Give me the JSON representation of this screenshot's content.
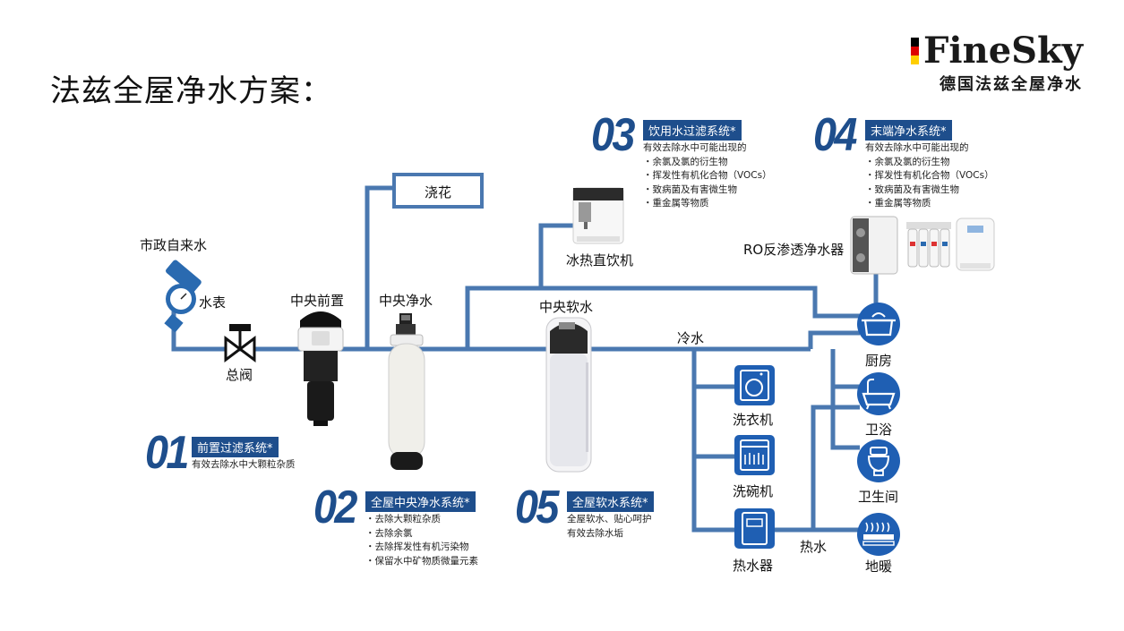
{
  "title": "法兹全屋净水方案：",
  "brand": {
    "name": "FineSky",
    "subtitle": "德国法兹全屋净水",
    "flag_colors": [
      "#000000",
      "#dd0000",
      "#ffce00"
    ]
  },
  "colors": {
    "pipe": "#4a78b0",
    "accent": "#1e4e8c",
    "icon_circle": "#1f5fb3"
  },
  "labels": {
    "municipal_water": "市政自来水",
    "water_meter": "水表",
    "main_valve": "总阀",
    "central_prefilter": "中央前置",
    "central_purifier": "中央净水",
    "central_softener": "中央软水",
    "watering": "浇花",
    "drinking_machine": "冰热直饮机",
    "ro_purifier": "RO反渗透净水器",
    "cold_water": "冷水",
    "hot_water": "热水",
    "washing_machine": "洗衣机",
    "dishwasher": "洗碗机",
    "water_heater": "热水器",
    "kitchen": "厨房",
    "bathroom": "卫浴",
    "toilet": "卫生间",
    "floor_heating": "地暖"
  },
  "systems": [
    {
      "num": "01",
      "title": "前置过滤系统*",
      "lines": [
        "有效去除水中大颗粒杂质"
      ]
    },
    {
      "num": "02",
      "title": "全屋中央净水系统*",
      "lines": [
        "・去除大颗粒杂质",
        "・去除余氯",
        "・去除挥发性有机污染物",
        "・保留水中矿物质微量元素"
      ]
    },
    {
      "num": "03",
      "title": "饮用水过滤系统*",
      "lines": [
        "有效去除水中可能出现的",
        "・余氯及氯的衍生物",
        "・挥发性有机化合物（VOCs）",
        "・致病菌及有害微生物",
        "・重金属等物质"
      ]
    },
    {
      "num": "04",
      "title": "末端净水系统*",
      "lines": [
        "有效去除水中可能出现的",
        "・余氯及氯的衍生物",
        "・挥发性有机化合物（VOCs）",
        "・致病菌及有害微生物",
        "・重金属等物质"
      ]
    },
    {
      "num": "05",
      "title": "全屋软水系统*",
      "lines": [
        "全屋软水、贴心呵护",
        "有效去除水垢"
      ]
    }
  ]
}
